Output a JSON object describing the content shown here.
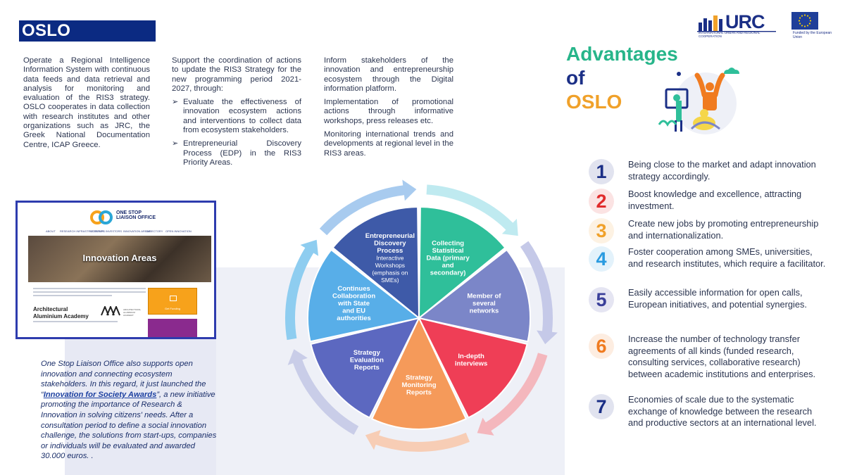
{
  "header": {
    "title": "OSLO SERVICES"
  },
  "columns": {
    "col1": "Operate a Regional Intelligence Information System with continuous data feeds and data retrieval and analysis for monitoring and evaluation of the RIS3 strategy. OSLO cooperates in data collection with research institutes and other organizations such as JRC, the Greek National Documentation Centre, ICAP Greece.",
    "col2_intro": "Support the coordination of actions to update the RIS3 Strategy for the new programming period 2021-2027, through:",
    "col2_bullets": [
      "Evaluate the effectiveness of innovation ecosystem actions and interventions to collect data from ecosystem stakeholders.",
      "Entrepreneurial Discovery Process (EDP) in the RIS3 Priority Areas."
    ],
    "bullet_glyph": "➢",
    "col3": [
      "Inform stakeholders of the innovation and entrepreneurship ecosystem through the Digital information platform.",
      "Implementation of promotional actions through informative workshops, press releases etc.",
      "Monitoring international trends and developments at regional level in the RIS3 areas."
    ]
  },
  "logos": {
    "urc": "URC",
    "urc_sub": "INTERNATIONAL URBAN AND REGIONAL COOPERATION",
    "eu_caption": "Funded by the European Union"
  },
  "advantages": {
    "heading_line1": "Advantages",
    "heading_line2": "of",
    "heading_line3": "OSLO",
    "items": [
      {
        "num": "1",
        "color": "#1b2f86",
        "text": "Being close to the market and adapt innovation strategy accordingly."
      },
      {
        "num": "2",
        "color": "#e02b2b",
        "text": "Boost knowledge and excellence, attracting investment."
      },
      {
        "num": "3",
        "color": "#f0a12a",
        "text": "Create new jobs by promoting entrepreneurship and internationalization."
      },
      {
        "num": "4",
        "color": "#2a9be0",
        "text": "Foster cooperation among SMEs, universities, and research institutes, which require a facilitator."
      },
      {
        "num": "5",
        "color": "#3a3f9a",
        "text": "Easily accessible information for open calls, European initiatives, and potential synergies."
      },
      {
        "num": "6",
        "color": "#f07b20",
        "text": "Increase the number of technology transfer agreements of all kinds (funded research, consulting services, collaborative research) between academic institutions and enterprises."
      },
      {
        "num": "7",
        "color": "#1b2f86",
        "text": "Economies of scale due to the systematic exchange of knowledge between the research and productive sectors at an international level."
      }
    ]
  },
  "screenshot": {
    "logo_line1": "ONE STOP",
    "logo_line2": "LIAISON OFFICE",
    "nav": [
      "ABOUT",
      "RESEARCH INFRASTRUCTURES",
      "STARTUPS",
      "INVESTORS",
      "INNOVATION AREAS",
      "DIRECTORY",
      "OPEN INNOVATION"
    ],
    "hero_title": "Innovation Areas",
    "academy_title": "Architectural Aluminium Academy",
    "academy_logo_caption": "ARCHITECTURAL ALUMINIUM ACADEMY",
    "card_label": "Get Funding"
  },
  "oslo_text": {
    "before": "One Stop Liaison Office also supports open innovation and connecting ecosystem stakeholders. In this regard, it just launched the “",
    "link": "Innovation for Society Awards",
    "after": "”, a new initiative promoting the importance of Research & Innovation in solving citizens' needs. After a consultation period to define a social innovation challenge, the solutions from start-ups, companies or individuals will be evaluated and awarded 30.000 euros. ."
  },
  "cycle": {
    "segments": [
      {
        "title": "Entrepreneurial Discovery Process",
        "sub": "Interactive Workshops (emphasis on SMEs)",
        "color": "#3e5aa8"
      },
      {
        "title": "Collecting Statistical Data (primary and secondary)",
        "sub": "",
        "color": "#2fbf9a"
      },
      {
        "title": "Member of several networks",
        "sub": "",
        "color": "#7b86c8"
      },
      {
        "title": "In-depth interviews",
        "sub": "",
        "color": "#ef3e56"
      },
      {
        "title": "Strategy Monitoring Reports",
        "sub": "",
        "color": "#f59a5a"
      },
      {
        "title": "Strategy Evaluation Reports",
        "sub": "",
        "color": "#5c68c0"
      },
      {
        "title": "Continues Collaboration with State and EU authorities",
        "sub": "",
        "color": "#58aee8"
      }
    ],
    "arrow_colors": [
      "#a8cbef",
      "#bfeaf0",
      "#c5c9e8",
      "#f4b7bd",
      "#f7cdb5",
      "#c9cde8",
      "#8ecdf0"
    ]
  }
}
